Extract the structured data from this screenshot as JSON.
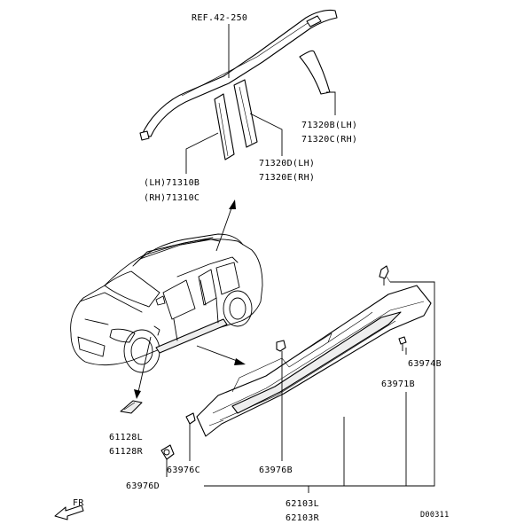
{
  "labels": {
    "ref_roof_rail": "REF.42-250",
    "p71320b": "71320B(LH)",
    "p71320c": "71320C(RH)",
    "p71320d": "71320D(LH)",
    "p71320e": "71320E(RH)",
    "p71310b": "(LH)71310B",
    "p71310c": "(RH)71310C",
    "p63974b": "63974B",
    "p63971b": "63971B",
    "p61128l": "61128L",
    "p61128r": "61128R",
    "p63976c": "63976C",
    "p63976d": "63976D",
    "p63976b": "63976B",
    "p62103l": "62103L",
    "p62103r": "62103R",
    "front_indicator": "FR",
    "diagram_id": "D00311"
  }
}
